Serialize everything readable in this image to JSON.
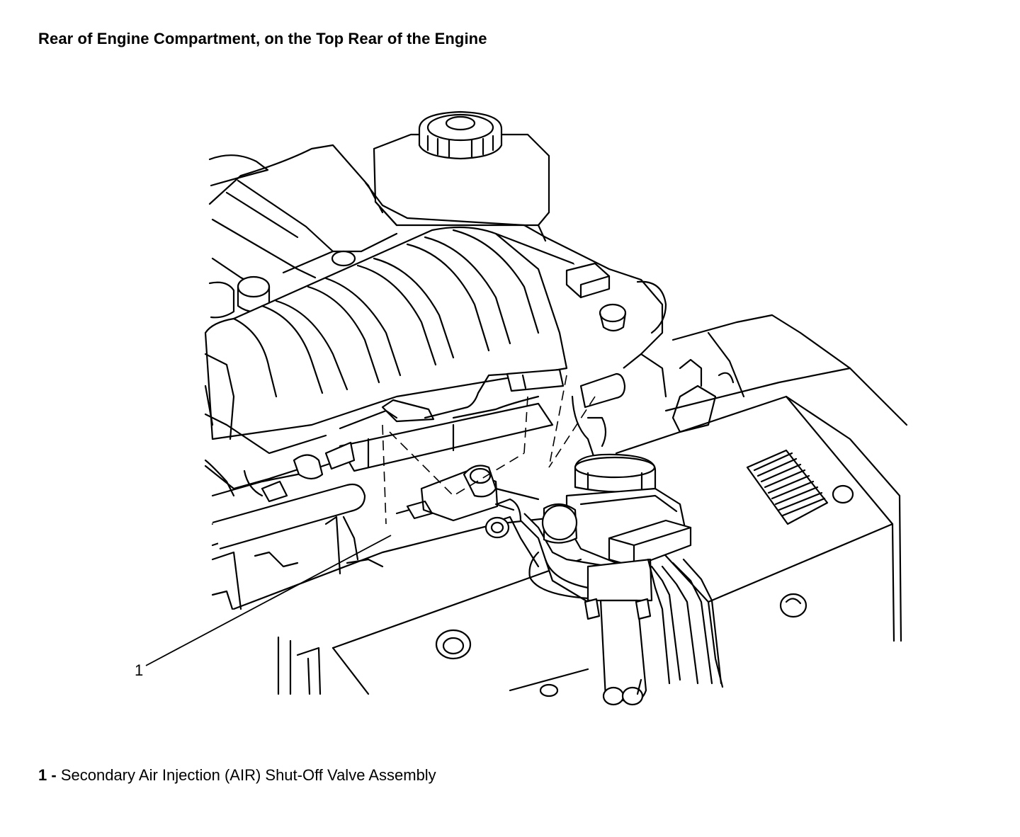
{
  "title": "Rear of Engine Compartment, on the Top Rear of the Engine",
  "callouts": [
    {
      "number": "1"
    }
  ],
  "legend": [
    {
      "number": "1",
      "separator": "-",
      "label": "Secondary Air Injection (AIR) Shut-Off Valve Assembly"
    }
  ]
}
